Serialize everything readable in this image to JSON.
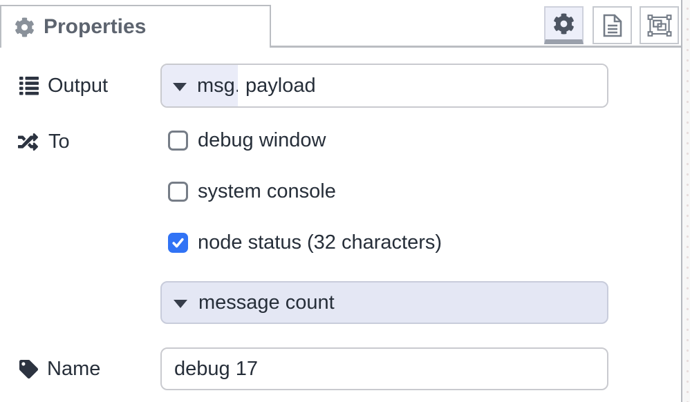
{
  "tab": {
    "label": "Properties"
  },
  "toolbar": {
    "buttons": [
      {
        "name": "properties",
        "icon": "gear-icon",
        "active": true
      },
      {
        "name": "description",
        "icon": "file-text-icon",
        "active": false
      },
      {
        "name": "appearance",
        "icon": "object-group-icon",
        "active": false
      }
    ]
  },
  "form": {
    "output": {
      "label": "Output",
      "icon": "list-icon",
      "type_label": "msg.",
      "value": "payload"
    },
    "to": {
      "label": "To",
      "icon": "shuffle-icon",
      "options": [
        {
          "label": "debug window",
          "checked": false
        },
        {
          "label": "system console",
          "checked": false
        },
        {
          "label": "node status (32 characters)",
          "checked": true
        }
      ]
    },
    "status_type": {
      "value": "message count",
      "icon": "caret-down-icon"
    },
    "name": {
      "label": "Name",
      "icon": "tag-icon",
      "value": "debug 17"
    }
  },
  "colors": {
    "accent_lavender": "#eaecf8",
    "select_lavender": "#e4e7f4",
    "checkbox_blue": "#3173f5",
    "tab_border_gray": "#babdc2",
    "active_tab_bar_gray": "#9aa0ab",
    "label_text": "#262e39",
    "header_text": "#5d646f"
  }
}
